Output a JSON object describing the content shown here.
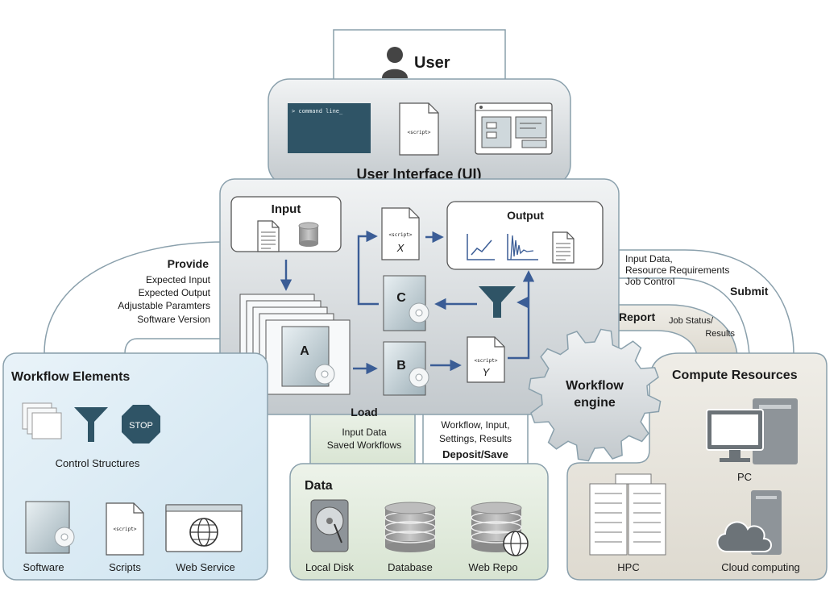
{
  "user": {
    "label": "User"
  },
  "ui": {
    "title": "User Interface (UI)",
    "terminal_text": "> command line_",
    "script_tag": "<script>"
  },
  "core": {
    "input_label": "Input",
    "output_label": "Output",
    "node_a": "A",
    "node_b": "B",
    "node_c": "C",
    "script_x_tag": "<script>",
    "script_x_var": "X",
    "script_y_tag": "<script>",
    "script_y_var": "Y"
  },
  "provide": {
    "title": "Provide",
    "items": [
      "Expected Input",
      "Expected Output",
      "Adjustable Paramters",
      "Software Version"
    ]
  },
  "submit": {
    "title": "Submit",
    "items": [
      "Input Data,",
      "Resource Requirements",
      "Job Control"
    ]
  },
  "report": {
    "title": "Report",
    "items": [
      "Job Status/",
      "Results"
    ]
  },
  "load": {
    "title": "Load",
    "items": [
      "Input Data",
      "Saved Workflows"
    ]
  },
  "deposit": {
    "title": "Deposit/Save",
    "items": [
      "Workflow, Input,",
      "Settings, Results"
    ]
  },
  "engine": {
    "line1": "Workflow",
    "line2": "engine"
  },
  "workflow_elements": {
    "title": "Workflow Elements",
    "control_label": "Control Structures",
    "stop_label": "STOP",
    "script_tag": "<script>",
    "items": [
      "Software",
      "Scripts",
      "Web Service"
    ]
  },
  "data": {
    "title": "Data",
    "items": [
      "Local Disk",
      "Database",
      "Web Repo"
    ]
  },
  "compute": {
    "title": "Compute Resources",
    "pc_label": "PC",
    "items": [
      "HPC",
      "Cloud computing"
    ]
  },
  "colors": {
    "gray_panel": "#d6dadd",
    "blue_panel": "#dcecf5",
    "green_panel": "#e4ede0",
    "beige_panel": "#e7e4db",
    "arrow_blue": "#3b5d96",
    "terminal": "#2f5466"
  }
}
